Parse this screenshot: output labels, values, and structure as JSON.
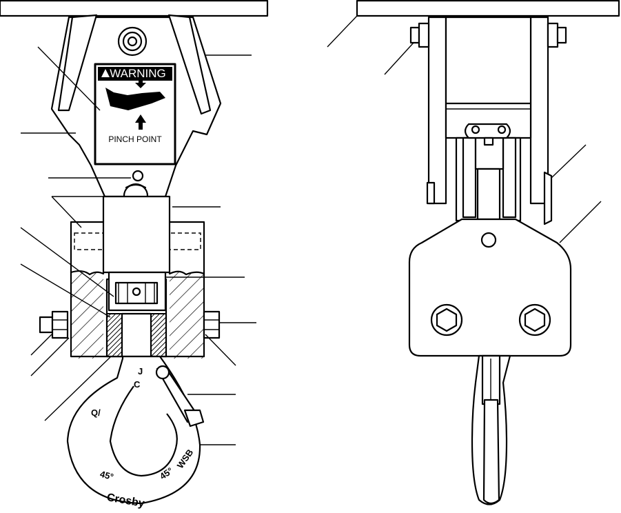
{
  "warning_label": {
    "title": "WARNING",
    "caption": "PINCH POINT"
  },
  "hook_markings": {
    "mark_j": "J",
    "mark_c": "C",
    "mark_q": "Q/",
    "angle_left": "45°",
    "angle_right": "45°",
    "wsb": "WSB",
    "brand": "Crosby"
  },
  "colors": {
    "line": "#000000",
    "background": "#ffffff"
  }
}
